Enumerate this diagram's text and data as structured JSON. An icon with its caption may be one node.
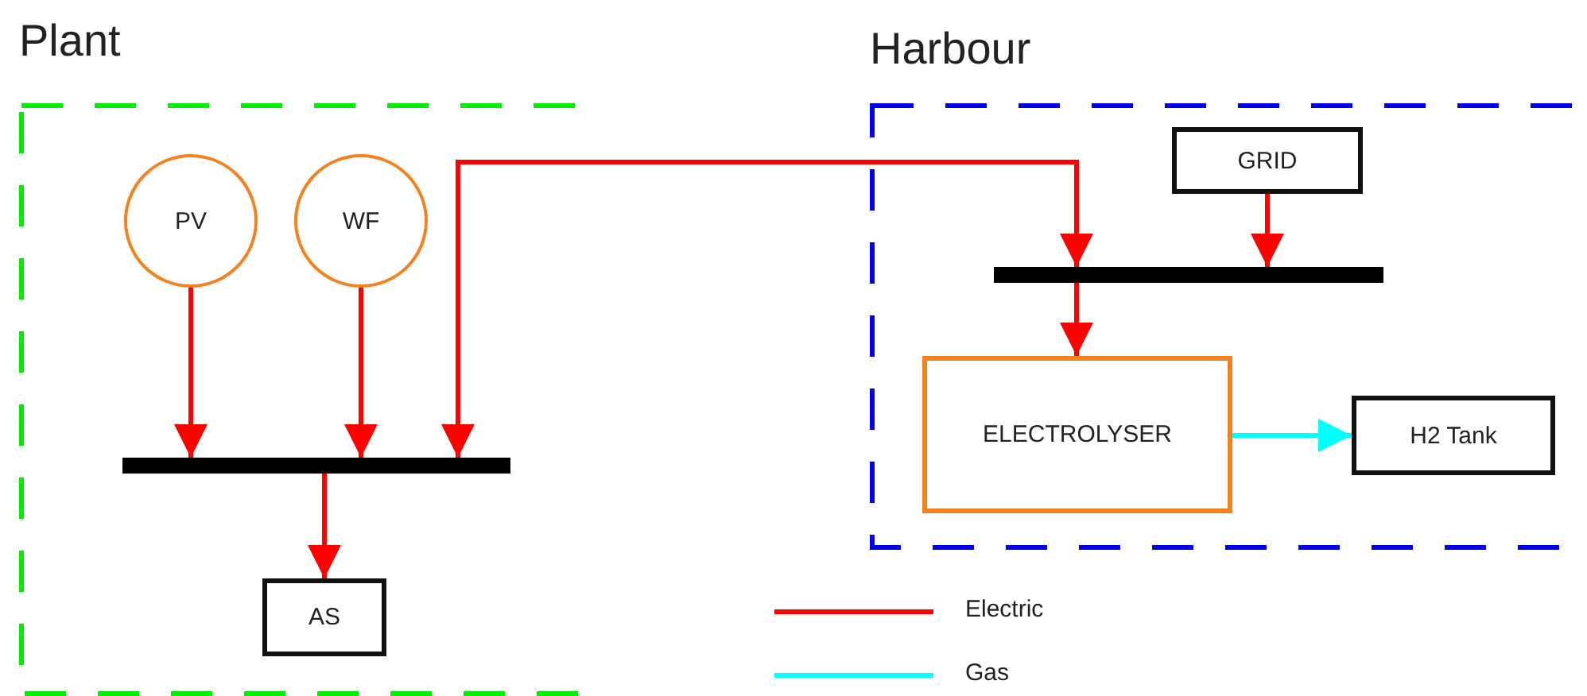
{
  "diagram": {
    "nodes": [
      {
        "text": [
          "Plant"
        ]
      },
      {
        "text": [
          "PV"
        ],
        "in": 0
      },
      {
        "text": [
          "WF"
        ],
        "in": 0
      },
      {
        "text": [],
        "shape": "bar",
        "in": 0
      },
      {
        "text": [
          "AS"
        ],
        "in": 0
      },
      {
        "text": [
          "Harbour"
        ]
      },
      {
        "text": [
          "GRID"
        ],
        "in": 5
      },
      {
        "text": [],
        "shape": "bar",
        "in": 5
      },
      {
        "text": [
          "ELECTROLYSER"
        ],
        "in": 5
      },
      {
        "text": [
          "H2 Tank"
        ],
        "in": 5
      }
    ],
    "edges": [
      {
        "from": 1,
        "to": 3,
        "arrow": "to"
      },
      {
        "from": 2,
        "to": 3,
        "arrow": "to"
      },
      {
        "from": 3,
        "to": 7,
        "arrow": "both"
      },
      {
        "from": 3,
        "to": 4,
        "arrow": "to"
      },
      {
        "from": 6,
        "to": 7,
        "arrow": "to"
      },
      {
        "from": 7,
        "to": 8,
        "arrow": "to"
      },
      {
        "from": 8,
        "to": 9,
        "arrow": "to",
        "color": "#00ffff"
      }
    ],
    "legend": [
      {
        "text": "Electric"
      },
      {
        "text": "Gas"
      }
    ]
  }
}
